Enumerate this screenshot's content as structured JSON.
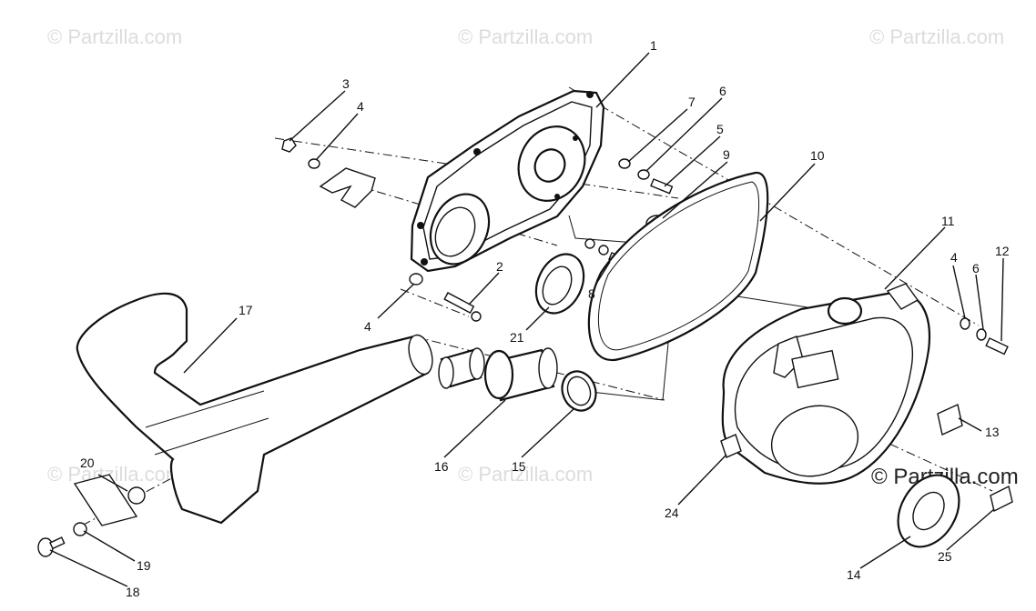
{
  "watermarks": {
    "top_left": "© Partzilla.com",
    "top_center": "© Partzilla.com",
    "top_right": "© Partzilla.com",
    "mid_left": "© Partzilla.com",
    "mid_center": "© Partzilla.com",
    "brand": "© Partzilla.com"
  },
  "callouts": {
    "c1": "1",
    "c2": "2",
    "c3": "3",
    "c4a": "4",
    "c4b": "4",
    "c4c": "4",
    "c5": "5",
    "c6a": "6",
    "c6b": "6",
    "c7": "7",
    "c8": "8",
    "c9": "9",
    "c10": "10",
    "c11": "11",
    "c12": "12",
    "c13": "13",
    "c14": "14",
    "c15": "15",
    "c16": "16",
    "c17": "17",
    "c18": "18",
    "c19": "19",
    "c20": "20",
    "c21": "21",
    "c24": "24",
    "c25": "25"
  }
}
